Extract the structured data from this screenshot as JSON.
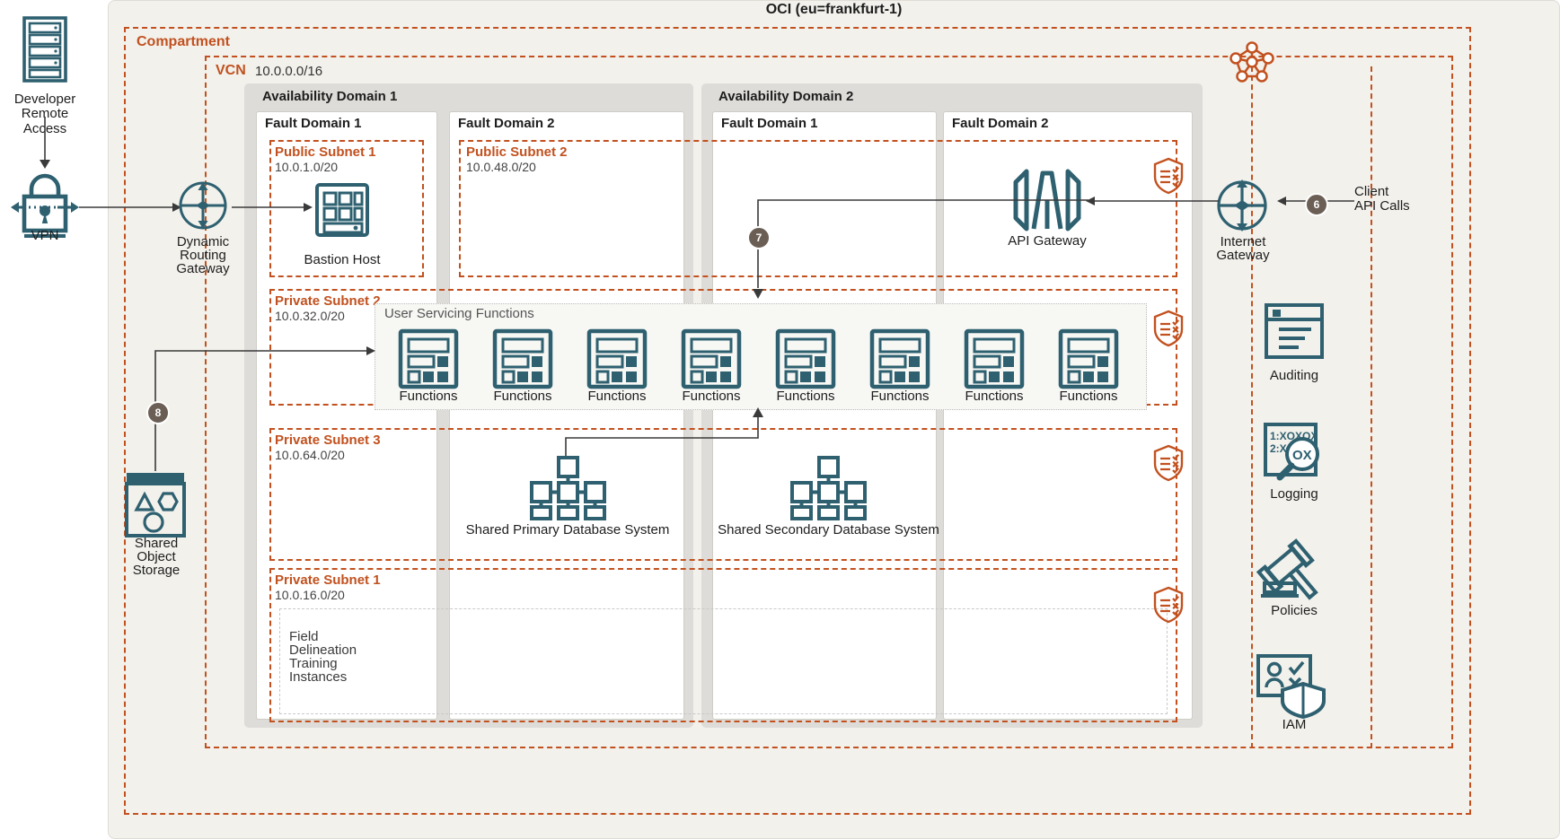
{
  "diagram": {
    "title": "OCI (eu=frankfurt-1)",
    "compartment_label": "Compartment",
    "vcn_label": "VCN",
    "vcn_cidr": "10.0.0.0/16"
  },
  "external": {
    "developer": {
      "line1": "Developer",
      "line2": "Remote Access",
      "icon": "server-rack-icon"
    },
    "vpn": {
      "label": "VPN",
      "icon": "padlock-icon"
    },
    "object_storage": {
      "line1": "Shared",
      "line2": "Object",
      "line3": "Storage",
      "icon": "object-storage-icon"
    },
    "client_api_calls": {
      "line1": "Client",
      "line2": "API Calls"
    }
  },
  "gateways": {
    "drg": {
      "line1": "Dynamic",
      "line2": "Routing",
      "line3": "Gateway",
      "icon": "dynamic-routing-gateway-icon"
    },
    "internet": {
      "line1": "Internet",
      "line2": "Gateway",
      "icon": "internet-gateway-icon"
    },
    "api": {
      "label": "API Gateway",
      "icon": "api-gateway-icon"
    }
  },
  "availability_domains": [
    {
      "name": "Availability Domain 1",
      "fault_domains": [
        {
          "name": "Fault Domain 1"
        },
        {
          "name": "Fault Domain 2"
        }
      ]
    },
    {
      "name": "Availability Domain 2",
      "fault_domains": [
        {
          "name": "Fault Domain 1"
        },
        {
          "name": "Fault Domain 2"
        }
      ]
    }
  ],
  "subnets": [
    {
      "name": "Public Subnet 1",
      "cidr": "10.0.1.0/20"
    },
    {
      "name": "Public Subnet 2",
      "cidr": "10.0.48.0/20"
    },
    {
      "name": "Private Subnet 2",
      "cidr": "10.0.32.0/20"
    },
    {
      "name": "Private Subnet 3",
      "cidr": "10.0.64.0/20"
    },
    {
      "name": "Private Subnet 1",
      "cidr": "10.0.16.0/20"
    }
  ],
  "bastion": {
    "label": "Bastion Host",
    "icon": "bastion-host-icon"
  },
  "functions_group": {
    "title": "User Servicing Functions",
    "items": [
      {
        "label": "Functions"
      },
      {
        "label": "Functions"
      },
      {
        "label": "Functions"
      },
      {
        "label": "Functions"
      },
      {
        "label": "Functions"
      },
      {
        "label": "Functions"
      },
      {
        "label": "Functions"
      },
      {
        "label": "Functions"
      }
    ]
  },
  "databases": [
    {
      "label": "Shared Primary Database System",
      "icon": "database-system-icon"
    },
    {
      "label": "Shared Secondary Database System",
      "icon": "database-system-icon"
    }
  ],
  "training_box": {
    "line1": "Field",
    "line2": "Delineation",
    "line3": "Training",
    "line4": "Instances"
  },
  "sidebar_services": [
    {
      "label": "Auditing",
      "icon": "auditing-icon"
    },
    {
      "label": "Logging",
      "icon": "logging-magnifier-icon"
    },
    {
      "label": "Policies",
      "icon": "gavel-icon"
    },
    {
      "label": "IAM",
      "icon": "iam-shield-icon"
    }
  ],
  "security_lists": [
    {
      "icon": "security-shield-icon"
    },
    {
      "icon": "security-shield-icon"
    },
    {
      "icon": "security-shield-icon"
    },
    {
      "icon": "security-shield-icon"
    }
  ],
  "flow_badges": [
    {
      "number": "6"
    },
    {
      "number": "7"
    },
    {
      "number": "8"
    }
  ],
  "colors": {
    "orange": "#c2511f",
    "teal": "#2e6070",
    "panel_bg": "#f2f1ec",
    "ad_bg": "#dedcd8",
    "badge": "#6b5f55",
    "line": "#3a3a3a"
  }
}
